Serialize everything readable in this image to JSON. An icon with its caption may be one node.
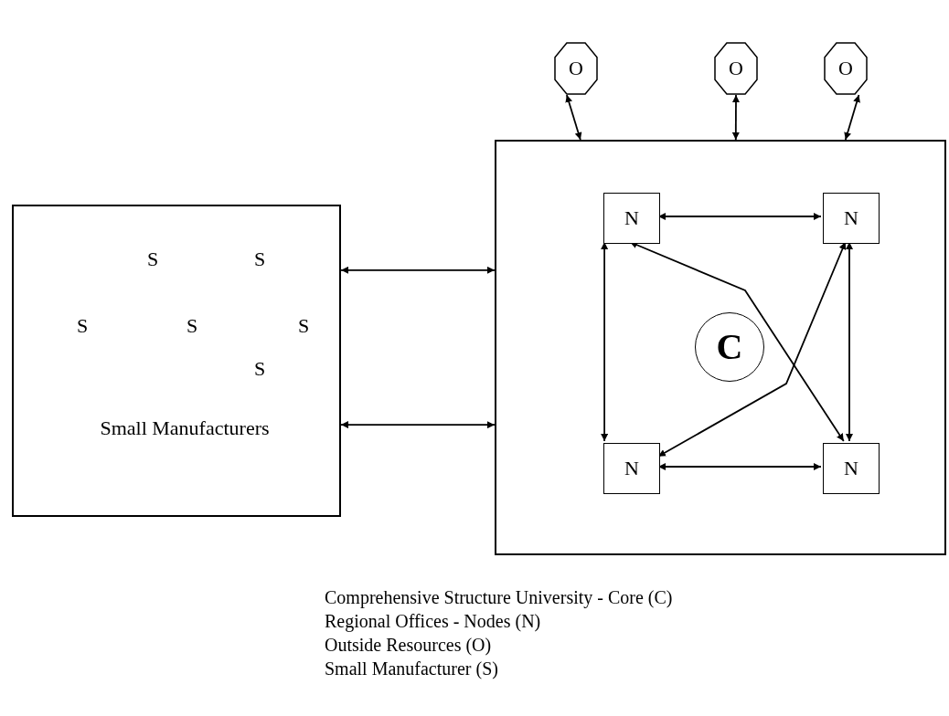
{
  "diagram": {
    "nodes": [
      {
        "text": [
          "O"
        ]
      },
      {
        "text": [
          "O"
        ]
      },
      {
        "text": [
          "O"
        ]
      },
      {
        "text": [
          "S",
          "S",
          "S",
          "S",
          "S",
          "S",
          "Small Manufacturers"
        ]
      },
      {
        "text": [],
        "shape": "box"
      },
      {
        "text": [
          "N"
        ],
        "in": 4
      },
      {
        "text": [
          "N"
        ],
        "in": 4
      },
      {
        "text": [
          "C"
        ],
        "in": 4
      },
      {
        "text": [
          "N"
        ],
        "in": 4
      },
      {
        "text": [
          "N"
        ],
        "in": 4
      }
    ],
    "edges": [
      {
        "from": 0,
        "to": 4,
        "arrow": "both"
      },
      {
        "from": 1,
        "to": 4,
        "arrow": "both"
      },
      {
        "from": 2,
        "to": 4,
        "arrow": "both"
      },
      {
        "from": 3,
        "to": 4,
        "arrow": "both"
      },
      {
        "from": 3,
        "to": 4,
        "arrow": "both"
      },
      {
        "from": 5,
        "to": 6,
        "arrow": "both"
      },
      {
        "from": 5,
        "to": 8,
        "arrow": "both"
      },
      {
        "from": 6,
        "to": 9,
        "arrow": "both"
      },
      {
        "from": 8,
        "to": 9,
        "arrow": "both"
      },
      {
        "from": 5,
        "to": 9,
        "arrow": "both"
      },
      {
        "from": 6,
        "to": 8,
        "arrow": "both"
      }
    ],
    "labels": [
      "Comprehensive Structure University - Core (C)",
      "Regional Offices - Nodes (N)",
      "Outside Resources (O)",
      "Small Manufacturer (S)"
    ]
  }
}
